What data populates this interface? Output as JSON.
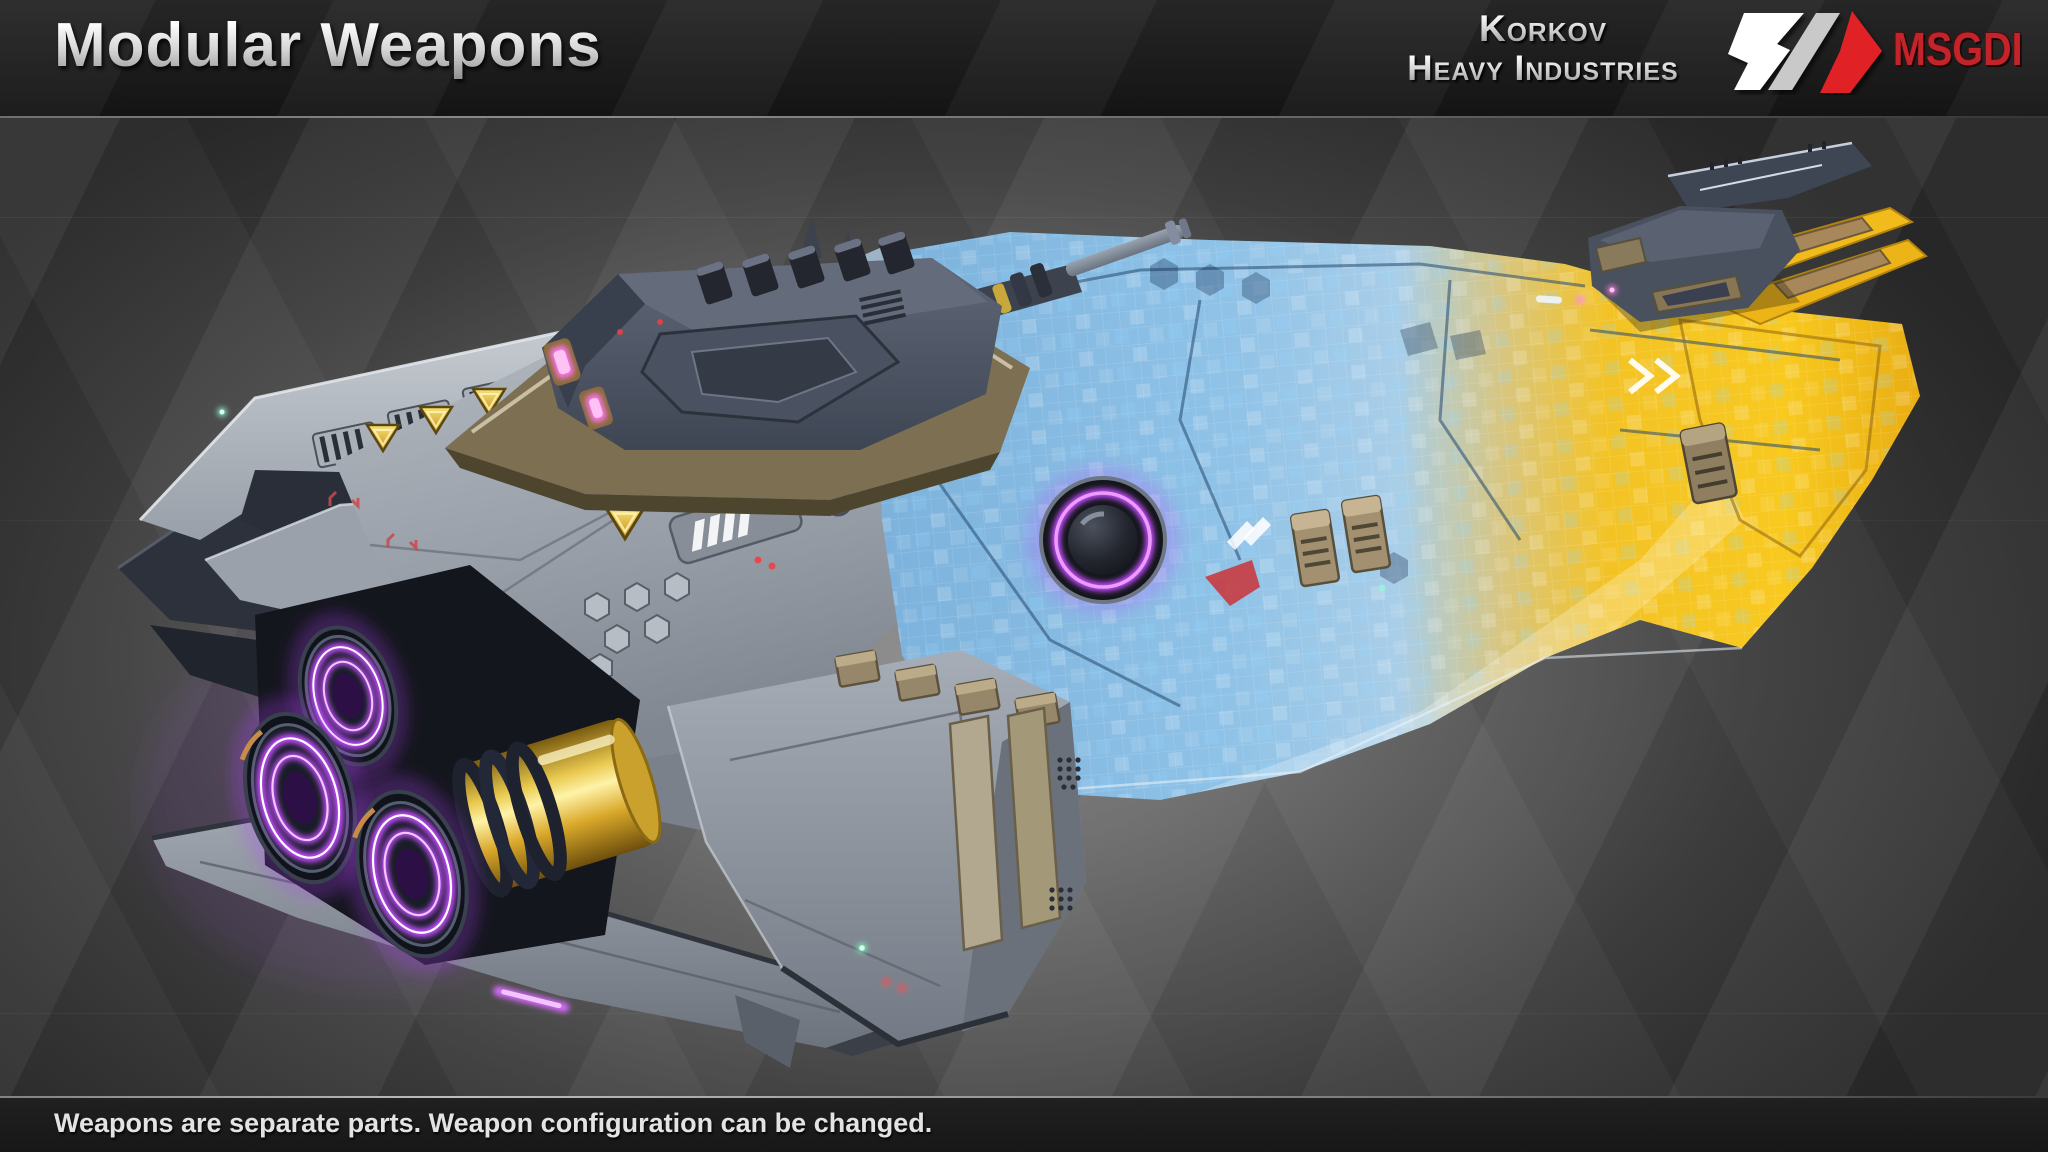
{
  "header": {
    "title": "Modular Weapons",
    "brand": {
      "line1": "Korkov",
      "line2": "Heavy Industries"
    },
    "publisher": "MSGDI"
  },
  "footer": {
    "caption": "Weapons are separate parts. Weapon configuration can be changed."
  },
  "colors": {
    "publisher_red": "#c3242a",
    "logo_red": "#e02128",
    "logo_white": "#ffffff",
    "logo_silver": "#c9c9c9",
    "title_silver": "#d6d6d6",
    "background_gray": "#5a5a5a",
    "header_black": "#1c1c1c",
    "hull_gray": "#9aa1ab",
    "hull_blue": "#7fb5e0",
    "hull_yellow": "#f4c21e",
    "engine_glow_purple": "#c94dff",
    "turret_light_pink": "#ff74e8",
    "gold_accent": "#d7a62b"
  }
}
